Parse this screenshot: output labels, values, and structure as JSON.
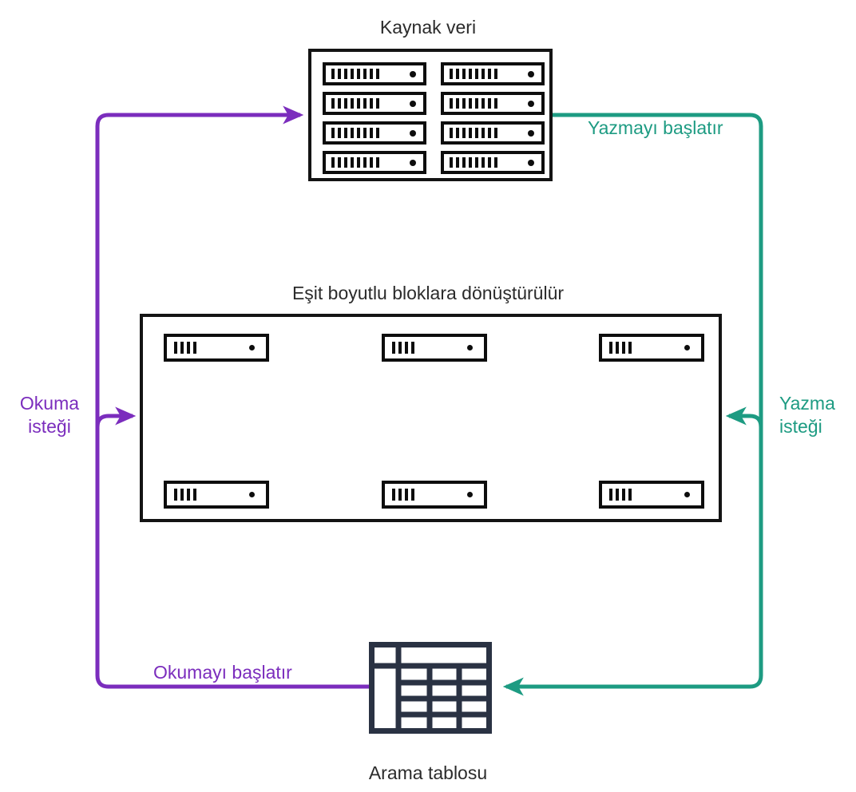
{
  "diagram": {
    "title": "Veri akisi diyagrami",
    "colors": {
      "purple": "#7b2dbd",
      "teal": "#1d9b82",
      "outline": "#141414",
      "icon_navy": "#2a3243",
      "text": "#2b2b2b",
      "background": "#ffffff"
    }
  },
  "nodes": {
    "source": {
      "caption": "Kaynak veri",
      "unit_count": 8,
      "unit_columns": 2,
      "unit_rows": 4,
      "bars_per_unit": 8,
      "led": "status-led"
    },
    "blocks": {
      "caption": "Eşit boyutlu bloklara dönüştürülür",
      "unit_count": 6,
      "unit_columns": 3,
      "unit_rows": 2,
      "bars_per_unit": 4,
      "led": "status-led"
    },
    "lookup": {
      "caption": "Arama tablosu",
      "icon": "table-grid-icon",
      "columns": 3,
      "rows": 4
    }
  },
  "edges": {
    "read_request": {
      "label": "Okuma isteği",
      "color": "#7b2dbd",
      "direction": "right",
      "target": "blocks-box"
    },
    "write_request": {
      "label": "Yazma isteği",
      "color": "#1d9b82",
      "direction": "left",
      "target": "blocks-box"
    },
    "start_write": {
      "label": "Yazmayı başlatır",
      "color": "#1d9b82",
      "direction": "down",
      "source": "source-box"
    },
    "start_read": {
      "label": "Okumayı başlatır",
      "color": "#7b2dbd",
      "direction": "left-up",
      "source": "lookup-table"
    }
  }
}
